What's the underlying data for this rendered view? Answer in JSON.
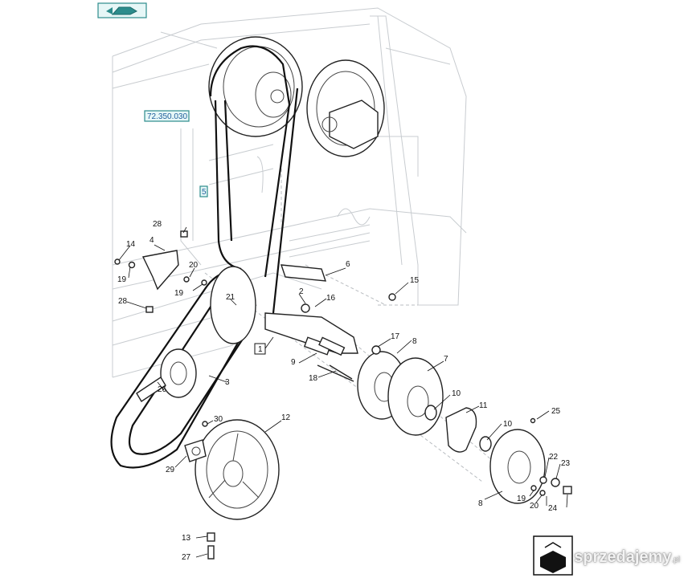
{
  "header": {
    "ref_code": "72.350.030",
    "ref_tag": "5"
  },
  "callouts": {
    "c1": "1",
    "c2": "2",
    "c3": "3",
    "c4": "4",
    "c5": "5",
    "c6": "6",
    "c7": "7",
    "c8a": "8",
    "c8b": "8",
    "c9": "9",
    "c10a": "10",
    "c10b": "10",
    "c11": "11",
    "c12": "12",
    "c13": "13",
    "c14": "14",
    "c15": "15",
    "c16": "16",
    "c17": "17",
    "c18": "18",
    "c19a": "19",
    "c19b": "19",
    "c19c": "19",
    "c20a": "20",
    "c20b": "20",
    "c21": "21",
    "c22": "22",
    "c23": "23",
    "c24": "24",
    "c25": "25",
    "c26": "26",
    "c27": "27",
    "c28a": "28",
    "c28b": "28",
    "c29": "29",
    "c30": "30"
  },
  "watermark": {
    "name": "sprzedajemy",
    "tld": ".pl"
  },
  "icons": {
    "top_left": "nav-back-icon",
    "bottom_right": "down-arrow-icon"
  }
}
